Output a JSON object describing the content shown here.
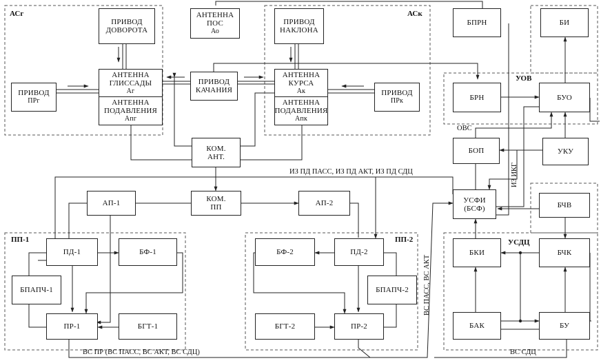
{
  "groups": {
    "asg": "АСг",
    "ask": "АСк",
    "uov": "УОВ",
    "pp1": "ПП-1",
    "pp2": "ПП-2",
    "usdc": "УСДЦ"
  },
  "blocks": {
    "privod_dovorota": [
      "ПРИВОД",
      "ДОВОРОТА"
    ],
    "antenna_pos": [
      "АНТЕННА",
      "ПОС",
      "Ао"
    ],
    "privod_naklona": [
      "ПРИВОД",
      "НАКЛОНА"
    ],
    "bprn": [
      "БПРН"
    ],
    "bi": [
      "БИ"
    ],
    "antenna_glissady": [
      "АНТЕННА",
      "ГЛИССАДЫ",
      "Аг"
    ],
    "antenna_podavleniya_g": [
      "АНТЕННА",
      "ПОДАВЛЕНИЯ",
      "Апг"
    ],
    "privod_pr_g": [
      "ПРИВОД",
      "ПРг"
    ],
    "privod_kachaniya": [
      "ПРИВОД",
      "КАЧАНИЯ"
    ],
    "antenna_kursa": [
      "АНТЕННА",
      "КУРСА",
      "Ак"
    ],
    "antenna_podavleniya_k": [
      "АНТЕННА",
      "ПОДАВЛЕНИЯ",
      "Апк"
    ],
    "privod_pr_k": [
      "ПРИВОД",
      "ПРк"
    ],
    "brn": [
      "БРН"
    ],
    "buo": [
      "БУО"
    ],
    "kom_ant": [
      "КОМ.",
      "АНТ."
    ],
    "bop": [
      "БОП"
    ],
    "uku": [
      "УКУ"
    ],
    "ap1": [
      "АП-1"
    ],
    "kom_pp": [
      "КОМ.",
      "ПП"
    ],
    "ap2": [
      "АП-2"
    ],
    "usfi": [
      "УСФИ",
      "(БСФ)"
    ],
    "bchv": [
      "БЧВ"
    ],
    "pd1": [
      "ПД-1"
    ],
    "bf1": [
      "БФ-1"
    ],
    "bf2": [
      "БФ-2"
    ],
    "pd2": [
      "ПД-2"
    ],
    "bki": [
      "БКИ"
    ],
    "bchk": [
      "БЧК"
    ],
    "bapch1": [
      "БПАПЧ-1"
    ],
    "bapch2": [
      "БПАПЧ-2"
    ],
    "pr1": [
      "ПР-1"
    ],
    "bgt1": [
      "БГТ-1"
    ],
    "bgt2": [
      "БГТ-2"
    ],
    "pr2": [
      "ПР-2"
    ],
    "bak": [
      "БАК"
    ],
    "bu": [
      "БУ"
    ]
  },
  "labels": {
    "ovs": "ОВС",
    "iz_pd": "ИЗ ПД ПАСС, ИЗ ПД АКТ, ИЗ ПД СДЦ",
    "iz_ikg": "ИЗ ИКГ",
    "vs_pass_akt": "ВС ПАСС, ВС АКТ",
    "vs_pr": "ВС ПР (ВС ПАСС, ВС АКТ, ВС СДЦ)",
    "vs_sdc": "ВС СДЦ"
  }
}
